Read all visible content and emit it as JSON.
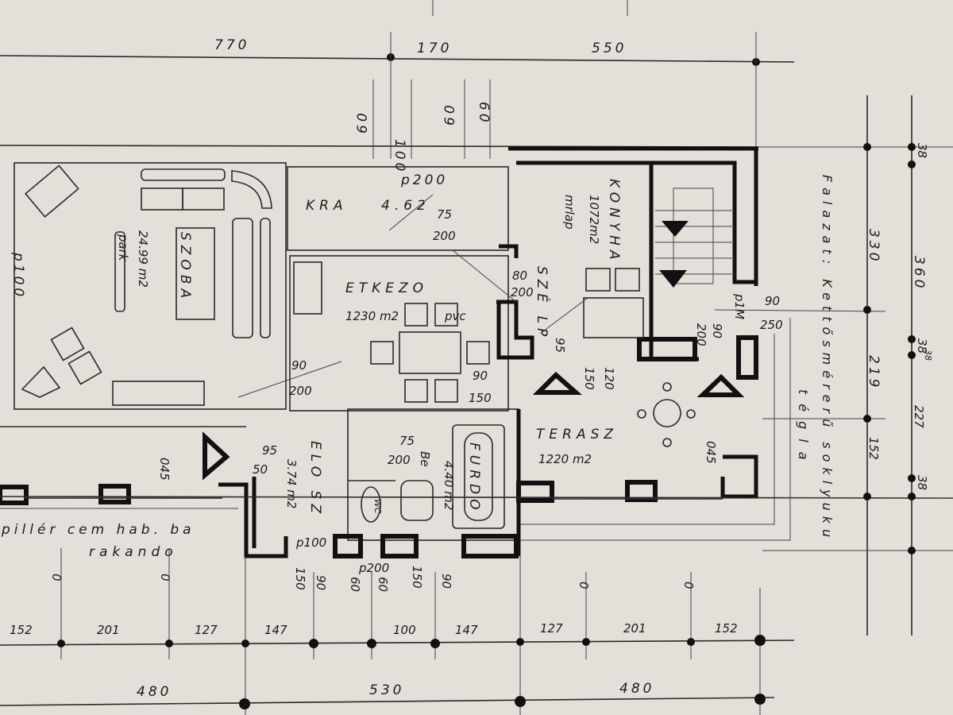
{
  "rooms": {
    "szoba": {
      "name": "SZOBA",
      "area": "24.99 m2",
      "floor": "park"
    },
    "kamra": {
      "name": "KRA",
      "area": "4.62"
    },
    "etkezo": {
      "name": "ETKEZO",
      "area": "1230 m2",
      "floor": "pvc"
    },
    "konyha": {
      "name": "KONYHA",
      "area": "1072m2",
      "floor": "mrlap"
    },
    "szel": {
      "name": "SZÉ LP"
    },
    "terasz": {
      "name": "TERASZ",
      "area": "1220 m2"
    },
    "elosz": {
      "name": "ELO SZ",
      "area": "3.74 m2"
    },
    "furdo": {
      "name": "FURDO",
      "area": "4.40 m2",
      "floor": "Be"
    },
    "wc": {
      "name": "WC"
    }
  },
  "openings": {
    "p200_top": "p200",
    "d75": "75",
    "d200a": "200",
    "d80": "80",
    "d200b": "200",
    "d90a": "90",
    "d200c": "200",
    "d90b": "90",
    "d150a": "150",
    "d95a": "95",
    "d120": "120",
    "d150b": "150",
    "d90c": "90",
    "d200d": "200",
    "d90d": "90",
    "d250": "250",
    "p100_left": "p100",
    "d95b": "95",
    "d50": "50",
    "d75b": "75",
    "d200e": "200",
    "p100_bottom": "p100",
    "p200_bottom": "p200",
    "b150a": "150",
    "b90a": "90",
    "b60a": "60",
    "b60b": "60",
    "b150b": "150",
    "b90b": "90",
    "d045a": "045",
    "d045b": "045",
    "p1": "p1M"
  },
  "top_dims": {
    "overall": [
      "770",
      "170",
      "550"
    ],
    "windows": [
      "60",
      "100",
      "60",
      "60"
    ]
  },
  "right_dims": {
    "inner": [
      "330",
      "219",
      "152"
    ],
    "outer": [
      "360",
      "227"
    ],
    "small": [
      "38",
      "38",
      "38",
      "38"
    ]
  },
  "bottom_dims": {
    "inner": [
      "152",
      "201",
      "127",
      "147",
      "100",
      "147",
      "127",
      "201",
      "152"
    ],
    "outer": [
      "480",
      "530",
      "480"
    ],
    "zeros": [
      "0",
      "0",
      "0",
      "0"
    ]
  },
  "notes": {
    "pillar_line1": "pillér cem hab. ba",
    "pillar_line2": "rakando",
    "masonry_line1": "Falazat: Kettősmérerű soklyuku",
    "masonry_line2": "tégla"
  }
}
